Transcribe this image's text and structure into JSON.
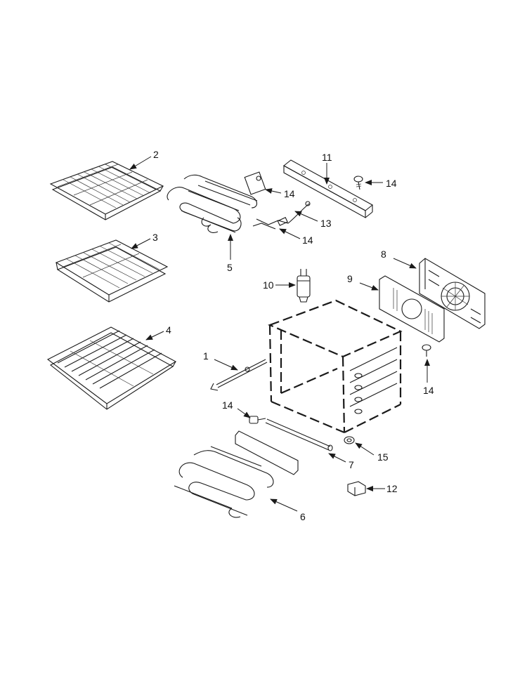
{
  "callouts": {
    "c1": "1",
    "c2": "2",
    "c3": "3",
    "c4": "4",
    "c5": "5",
    "c6": "6",
    "c7": "7",
    "c8": "8",
    "c9": "9",
    "c10": "10",
    "c11": "11",
    "c12": "12",
    "c13": "13",
    "c14a": "14",
    "c14b": "14",
    "c14c": "14",
    "c14d": "14",
    "c14e": "14",
    "c15": "15"
  }
}
